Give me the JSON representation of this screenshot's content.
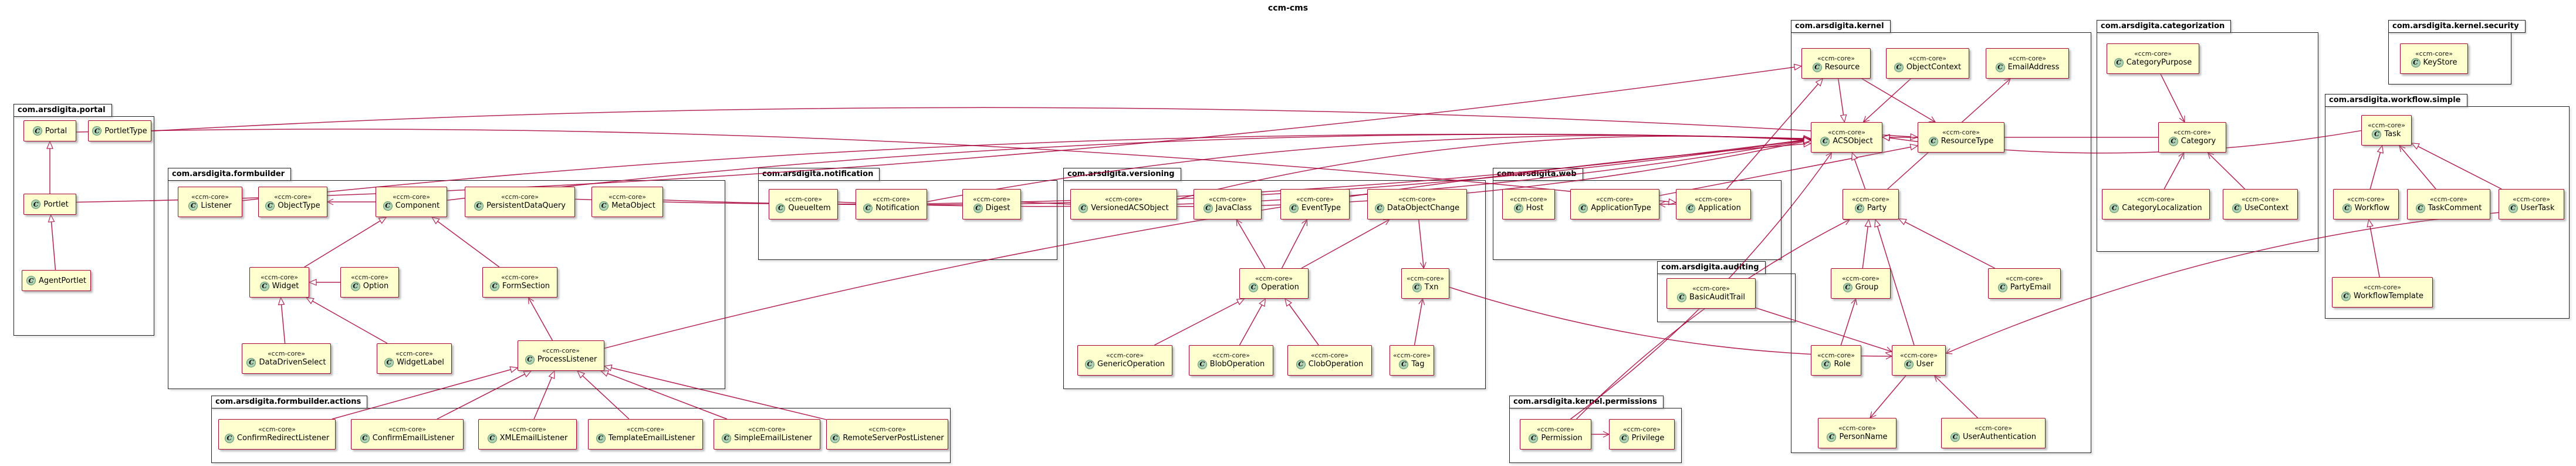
{
  "diagram_title": "ccm-cms",
  "stereotype": "«ccm-core»",
  "class_icon_letter": "C",
  "colors": {
    "class_fill": "#FEFECE",
    "class_border": "#A80036",
    "relationship": "#A80036",
    "icon_fill": "#ADD1B2",
    "package_border": "#222222"
  },
  "packages": {
    "portal": {
      "label": "com.arsdigita.portal",
      "classes": {
        "Portal": "Portal",
        "PortletType": "PortletType",
        "Portlet": "Portlet",
        "AgentPortlet": "AgentPortlet"
      }
    },
    "formbuilder": {
      "label": "com.arsdigita.formbuilder",
      "classes": {
        "Listener": "Listener",
        "ObjectType": "ObjectType",
        "Component": "Component",
        "PersistentDataQuery": "PersistentDataQuery",
        "MetaObject": "MetaObject",
        "Widget": "Widget",
        "Option": "Option",
        "FormSection": "FormSection",
        "DataDrivenSelect": "DataDrivenSelect",
        "WidgetLabel": "WidgetLabel",
        "ProcessListener": "ProcessListener"
      }
    },
    "formbuilder_actions": {
      "label": "com.arsdigita.formbuilder.actions",
      "classes": {
        "ConfirmRedirectListener": "ConfirmRedirectListener",
        "ConfirmEmailListener": "ConfirmEmailListener",
        "XMLEmailListener": "XMLEmailListener",
        "TemplateEmailListener": "TemplateEmailListener",
        "SimpleEmailListener": "SimpleEmailListener",
        "RemoteServerPostListener": "RemoteServerPostListener"
      }
    },
    "notification": {
      "label": "com.arsdigita.notification",
      "classes": {
        "QueueItem": "QueueItem",
        "Notification": "Notification",
        "Digest": "Digest"
      }
    },
    "versioning": {
      "label": "com.arsdigita.versioning",
      "classes": {
        "VersionedACSObject": "VersionedACSObject",
        "JavaClass": "JavaClass",
        "EventType": "EventType",
        "DataObjectChange": "DataObjectChange",
        "Operation": "Operation",
        "Txn": "Txn",
        "GenericOperation": "GenericOperation",
        "BlobOperation": "BlobOperation",
        "ClobOperation": "ClobOperation",
        "Tag": "Tag"
      }
    },
    "web": {
      "label": "com.arsdigita.web",
      "classes": {
        "Host": "Host",
        "ApplicationType": "ApplicationType",
        "Application": "Application"
      }
    },
    "auditing": {
      "label": "com.arsdigita.auditing",
      "classes": {
        "BasicAuditTrail": "BasicAuditTrail"
      }
    },
    "kernel_permissions": {
      "label": "com.arsdigita.kernel.permissions",
      "classes": {
        "Permission": "Permission",
        "Privilege": "Privilege"
      }
    },
    "kernel": {
      "label": "com.arsdigita.kernel",
      "classes": {
        "Resource": "Resource",
        "ObjectContext": "ObjectContext",
        "EmailAddress": "EmailAddress",
        "ACSObject": "ACSObject",
        "ResourceType": "ResourceType",
        "Party": "Party",
        "Group": "Group",
        "PartyEmail": "PartyEmail",
        "Role": "Role",
        "User": "User",
        "PersonName": "PersonName",
        "UserAuthentication": "UserAuthentication"
      }
    },
    "categorization": {
      "label": "com.arsdigita.categorization",
      "classes": {
        "CategoryPurpose": "CategoryPurpose",
        "Category": "Category",
        "CategoryLocalization": "CategoryLocalization",
        "UseContext": "UseContext"
      }
    },
    "kernel_security": {
      "label": "com.arsdigita.kernel.security",
      "classes": {
        "KeyStore": "KeyStore"
      }
    },
    "workflow_simple": {
      "label": "com.arsdigita.workflow.simple",
      "classes": {
        "Task": "Task",
        "Workflow": "Workflow",
        "TaskComment": "TaskComment",
        "UserTask": "UserTask",
        "WorkflowTemplate": "WorkflowTemplate"
      }
    }
  },
  "edges": [
    {
      "from": "Portlet",
      "to": "Portal",
      "type": "inherit"
    },
    {
      "from": "AgentPortlet",
      "to": "Portlet",
      "type": "inherit"
    },
    {
      "from": "Portal",
      "to": "Application",
      "type": "inherit"
    },
    {
      "from": "Portlet",
      "to": "Resource",
      "type": "inherit"
    },
    {
      "from": "PortletType",
      "to": "ResourceType",
      "type": "inherit"
    },
    {
      "from": "Widget",
      "to": "Component",
      "type": "inherit"
    },
    {
      "from": "Option",
      "to": "Widget",
      "type": "inherit"
    },
    {
      "from": "FormSection",
      "to": "Component",
      "type": "inherit"
    },
    {
      "from": "DataDrivenSelect",
      "to": "Widget",
      "type": "inherit"
    },
    {
      "from": "WidgetLabel",
      "to": "Widget",
      "type": "inherit"
    },
    {
      "from": "ProcessListener",
      "to": "FormSection",
      "type": "assoc"
    },
    {
      "from": "Component",
      "to": "ObjectType",
      "type": "assoc"
    },
    {
      "from": "Component",
      "to": "ACSObject",
      "type": "inherit"
    },
    {
      "from": "PersistentDataQuery",
      "to": "ACSObject",
      "type": "inherit"
    },
    {
      "from": "Listener",
      "to": "ACSObject",
      "type": "inherit"
    },
    {
      "from": "MetaObject",
      "to": "ACSObject",
      "type": "inherit"
    },
    {
      "from": "ConfirmRedirectListener",
      "to": "ProcessListener",
      "type": "inherit"
    },
    {
      "from": "ConfirmEmailListener",
      "to": "ProcessListener",
      "type": "inherit"
    },
    {
      "from": "XMLEmailListener",
      "to": "ProcessListener",
      "type": "inherit"
    },
    {
      "from": "TemplateEmailListener",
      "to": "ProcessListener",
      "type": "inherit"
    },
    {
      "from": "SimpleEmailListener",
      "to": "ProcessListener",
      "type": "inherit"
    },
    {
      "from": "RemoteServerPostListener",
      "to": "ProcessListener",
      "type": "inherit"
    },
    {
      "from": "ProcessListener",
      "to": "ACSObject",
      "type": "inherit"
    },
    {
      "from": "QueueItem",
      "to": "ACSObject",
      "type": "inherit"
    },
    {
      "from": "Notification",
      "to": "ACSObject",
      "type": "inherit"
    },
    {
      "from": "Digest",
      "to": "ACSObject",
      "type": "inherit"
    },
    {
      "from": "VersionedACSObject",
      "to": "ACSObject",
      "type": "inherit"
    },
    {
      "from": "GenericOperation",
      "to": "Operation",
      "type": "inherit"
    },
    {
      "from": "BlobOperation",
      "to": "Operation",
      "type": "inherit"
    },
    {
      "from": "ClobOperation",
      "to": "Operation",
      "type": "inherit"
    },
    {
      "from": "Operation",
      "to": "JavaClass",
      "type": "assoc"
    },
    {
      "from": "Operation",
      "to": "EventType",
      "type": "assoc"
    },
    {
      "from": "Operation",
      "to": "DataObjectChange",
      "type": "assoc"
    },
    {
      "from": "DataObjectChange",
      "to": "Txn",
      "type": "assoc"
    },
    {
      "from": "Tag",
      "to": "Txn",
      "type": "assoc"
    },
    {
      "from": "Txn",
      "to": "User",
      "type": "assoc"
    },
    {
      "from": "Application",
      "to": "Resource",
      "type": "inherit"
    },
    {
      "from": "ApplicationType",
      "to": "ResourceType",
      "type": "inherit"
    },
    {
      "from": "Application",
      "to": "ApplicationType",
      "type": "assoc"
    },
    {
      "from": "Resource",
      "to": "ACSObject",
      "type": "inherit"
    },
    {
      "from": "Resource",
      "to": "ResourceType",
      "type": "assoc"
    },
    {
      "from": "ObjectContext",
      "to": "ACSObject",
      "type": "assoc"
    },
    {
      "from": "Party",
      "to": "ACSObject",
      "type": "inherit"
    },
    {
      "from": "Party",
      "to": "EmailAddress",
      "type": "assoc"
    },
    {
      "from": "Group",
      "to": "Party",
      "type": "inherit"
    },
    {
      "from": "User",
      "to": "Party",
      "type": "inherit"
    },
    {
      "from": "Role",
      "to": "Group",
      "type": "assoc"
    },
    {
      "from": "PartyEmail",
      "to": "Party",
      "type": "inherit"
    },
    {
      "from": "User",
      "to": "PersonName",
      "type": "assoc"
    },
    {
      "from": "UserAuthentication",
      "to": "User",
      "type": "assoc"
    },
    {
      "from": "BasicAuditTrail",
      "to": "User",
      "type": "assoc"
    },
    {
      "from": "Permission",
      "to": "ACSObject",
      "type": "assoc"
    },
    {
      "from": "Permission",
      "to": "Party",
      "type": "assoc"
    },
    {
      "from": "Permission",
      "to": "Privilege",
      "type": "assoc"
    },
    {
      "from": "Category",
      "to": "ACSObject",
      "type": "inherit"
    },
    {
      "from": "CategoryPurpose",
      "to": "Category",
      "type": "assoc"
    },
    {
      "from": "CategoryLocalization",
      "to": "Category",
      "type": "assoc"
    },
    {
      "from": "UseContext",
      "to": "Category",
      "type": "assoc"
    },
    {
      "from": "Task",
      "to": "ACSObject",
      "type": "inherit"
    },
    {
      "from": "Workflow",
      "to": "Task",
      "type": "inherit"
    },
    {
      "from": "UserTask",
      "to": "Task",
      "type": "inherit"
    },
    {
      "from": "TaskComment",
      "to": "Task",
      "type": "assoc"
    },
    {
      "from": "WorkflowTemplate",
      "to": "Workflow",
      "type": "inherit"
    },
    {
      "from": "UserTask",
      "to": "User",
      "type": "assoc"
    }
  ]
}
